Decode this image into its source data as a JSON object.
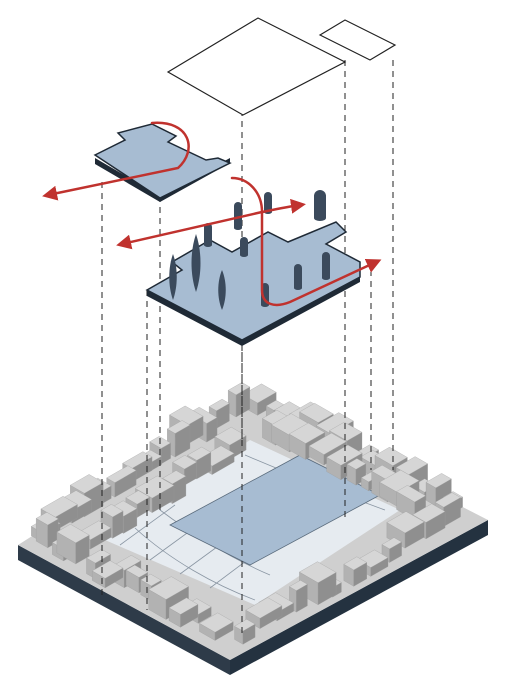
{
  "diagram": {
    "kind": "exploded-axonometric",
    "labels": [],
    "colors": {
      "plate_fill": "#a7bcd2",
      "plate_stroke": "#1f2a36",
      "arrow": "#c0322e",
      "tree": "#3b4a5c",
      "building_light": "#d6d6d6",
      "building_mid": "#b2b2b2",
      "building_dark": "#8f8f8f",
      "base_edge": "#2e3b49",
      "ground": "#e6ebf0",
      "guide_line": "#222222"
    },
    "layers": [
      {
        "name": "tower-outline"
      },
      {
        "name": "small-rooftop-outline"
      },
      {
        "name": "upper-platform"
      },
      {
        "name": "lower-platform-with-trees"
      },
      {
        "name": "city-base-block"
      }
    ],
    "arrow_count": 3,
    "tree_count": 11
  }
}
